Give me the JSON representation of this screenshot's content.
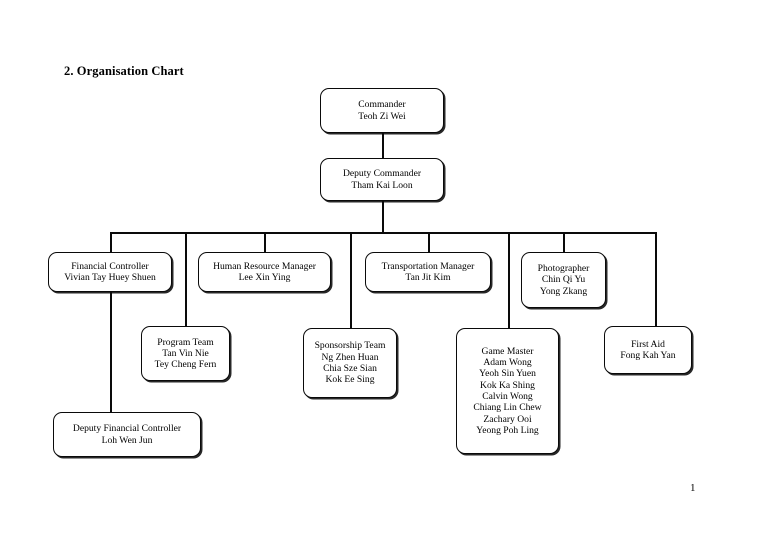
{
  "document": {
    "heading": "2. Organisation Chart",
    "page_number": "1"
  },
  "chart_data": {
    "type": "diagram",
    "diagram_type": "organisation-chart",
    "title": "2. Organisation Chart",
    "nodes": [
      {
        "id": "commander",
        "role": "Commander",
        "members": [
          "Teoh Zi Wei"
        ],
        "lines": [
          "Commander",
          "Teoh Zi Wei"
        ]
      },
      {
        "id": "deputy-commander",
        "role": "Deputy Commander",
        "members": [
          "Tham Kai Loon"
        ],
        "lines": [
          "Deputy Commander",
          "Tham Kai Loon"
        ]
      },
      {
        "id": "financial-controller",
        "role": "Financial Controller",
        "members": [
          "Vivian Tay Huey Shuen"
        ],
        "lines": [
          "Financial Controller",
          "Vivian Tay Huey Shuen"
        ]
      },
      {
        "id": "human-resource-manager",
        "role": "Human Resource Manager",
        "members": [
          "Lee Xin Ying"
        ],
        "lines": [
          "Human Resource Manager",
          "Lee Xin Ying"
        ]
      },
      {
        "id": "transportation-manager",
        "role": "Transportation Manager",
        "members": [
          "Tan Jit Kim"
        ],
        "lines": [
          "Transportation Manager",
          "Tan Jit Kim"
        ]
      },
      {
        "id": "photographer",
        "role": "Photographer",
        "members": [
          "Chin Qi Yu",
          "Yong Zkang"
        ],
        "lines": [
          "Photographer",
          "Chin Qi Yu",
          "Yong Zkang"
        ]
      },
      {
        "id": "program-team",
        "role": "Program Team",
        "members": [
          "Tan Vin Nie",
          "Tey Cheng Fern"
        ],
        "lines": [
          "Program Team",
          "Tan Vin Nie",
          "Tey Cheng Fern"
        ]
      },
      {
        "id": "sponsorship-team",
        "role": "Sponsorship Team",
        "members": [
          "Ng Zhen Huan",
          "Chia Sze Sian",
          "Kok Ee Sing"
        ],
        "lines": [
          "Sponsorship Team",
          "Ng Zhen Huan",
          "Chia Sze Sian",
          "Kok Ee Sing"
        ]
      },
      {
        "id": "game-master",
        "role": "Game Master",
        "members": [
          "Adam Wong",
          "Yeoh Sin Yuen",
          "Kok Ka Shing",
          "Calvin Wong",
          "Chiang Lin Chew",
          "Zachary Ooi",
          "Yeong Poh Ling"
        ],
        "lines": [
          "Game Master",
          "Adam Wong",
          "Yeoh Sin Yuen",
          "Kok Ka Shing",
          "Calvin Wong",
          "Chiang Lin Chew",
          "Zachary Ooi",
          "Yeong Poh Ling"
        ]
      },
      {
        "id": "first-aid",
        "role": "First Aid",
        "members": [
          "Fong Kah Yan"
        ],
        "lines": [
          "First Aid",
          "Fong Kah Yan"
        ]
      },
      {
        "id": "deputy-financial-controller",
        "role": "Deputy Financial Controller",
        "members": [
          "Loh Wen Jun"
        ],
        "lines": [
          "Deputy Financial Controller",
          "Loh Wen Jun"
        ]
      }
    ],
    "edges": [
      {
        "from": "commander",
        "to": "deputy-commander"
      },
      {
        "from": "deputy-commander",
        "to": "financial-controller"
      },
      {
        "from": "deputy-commander",
        "to": "human-resource-manager"
      },
      {
        "from": "deputy-commander",
        "to": "transportation-manager"
      },
      {
        "from": "deputy-commander",
        "to": "photographer"
      },
      {
        "from": "deputy-commander",
        "to": "program-team"
      },
      {
        "from": "deputy-commander",
        "to": "sponsorship-team"
      },
      {
        "from": "deputy-commander",
        "to": "game-master"
      },
      {
        "from": "deputy-commander",
        "to": "first-aid"
      },
      {
        "from": "financial-controller",
        "to": "deputy-financial-controller"
      }
    ],
    "line_color": "#0a0a0a",
    "box_fill": "#ffffff"
  }
}
